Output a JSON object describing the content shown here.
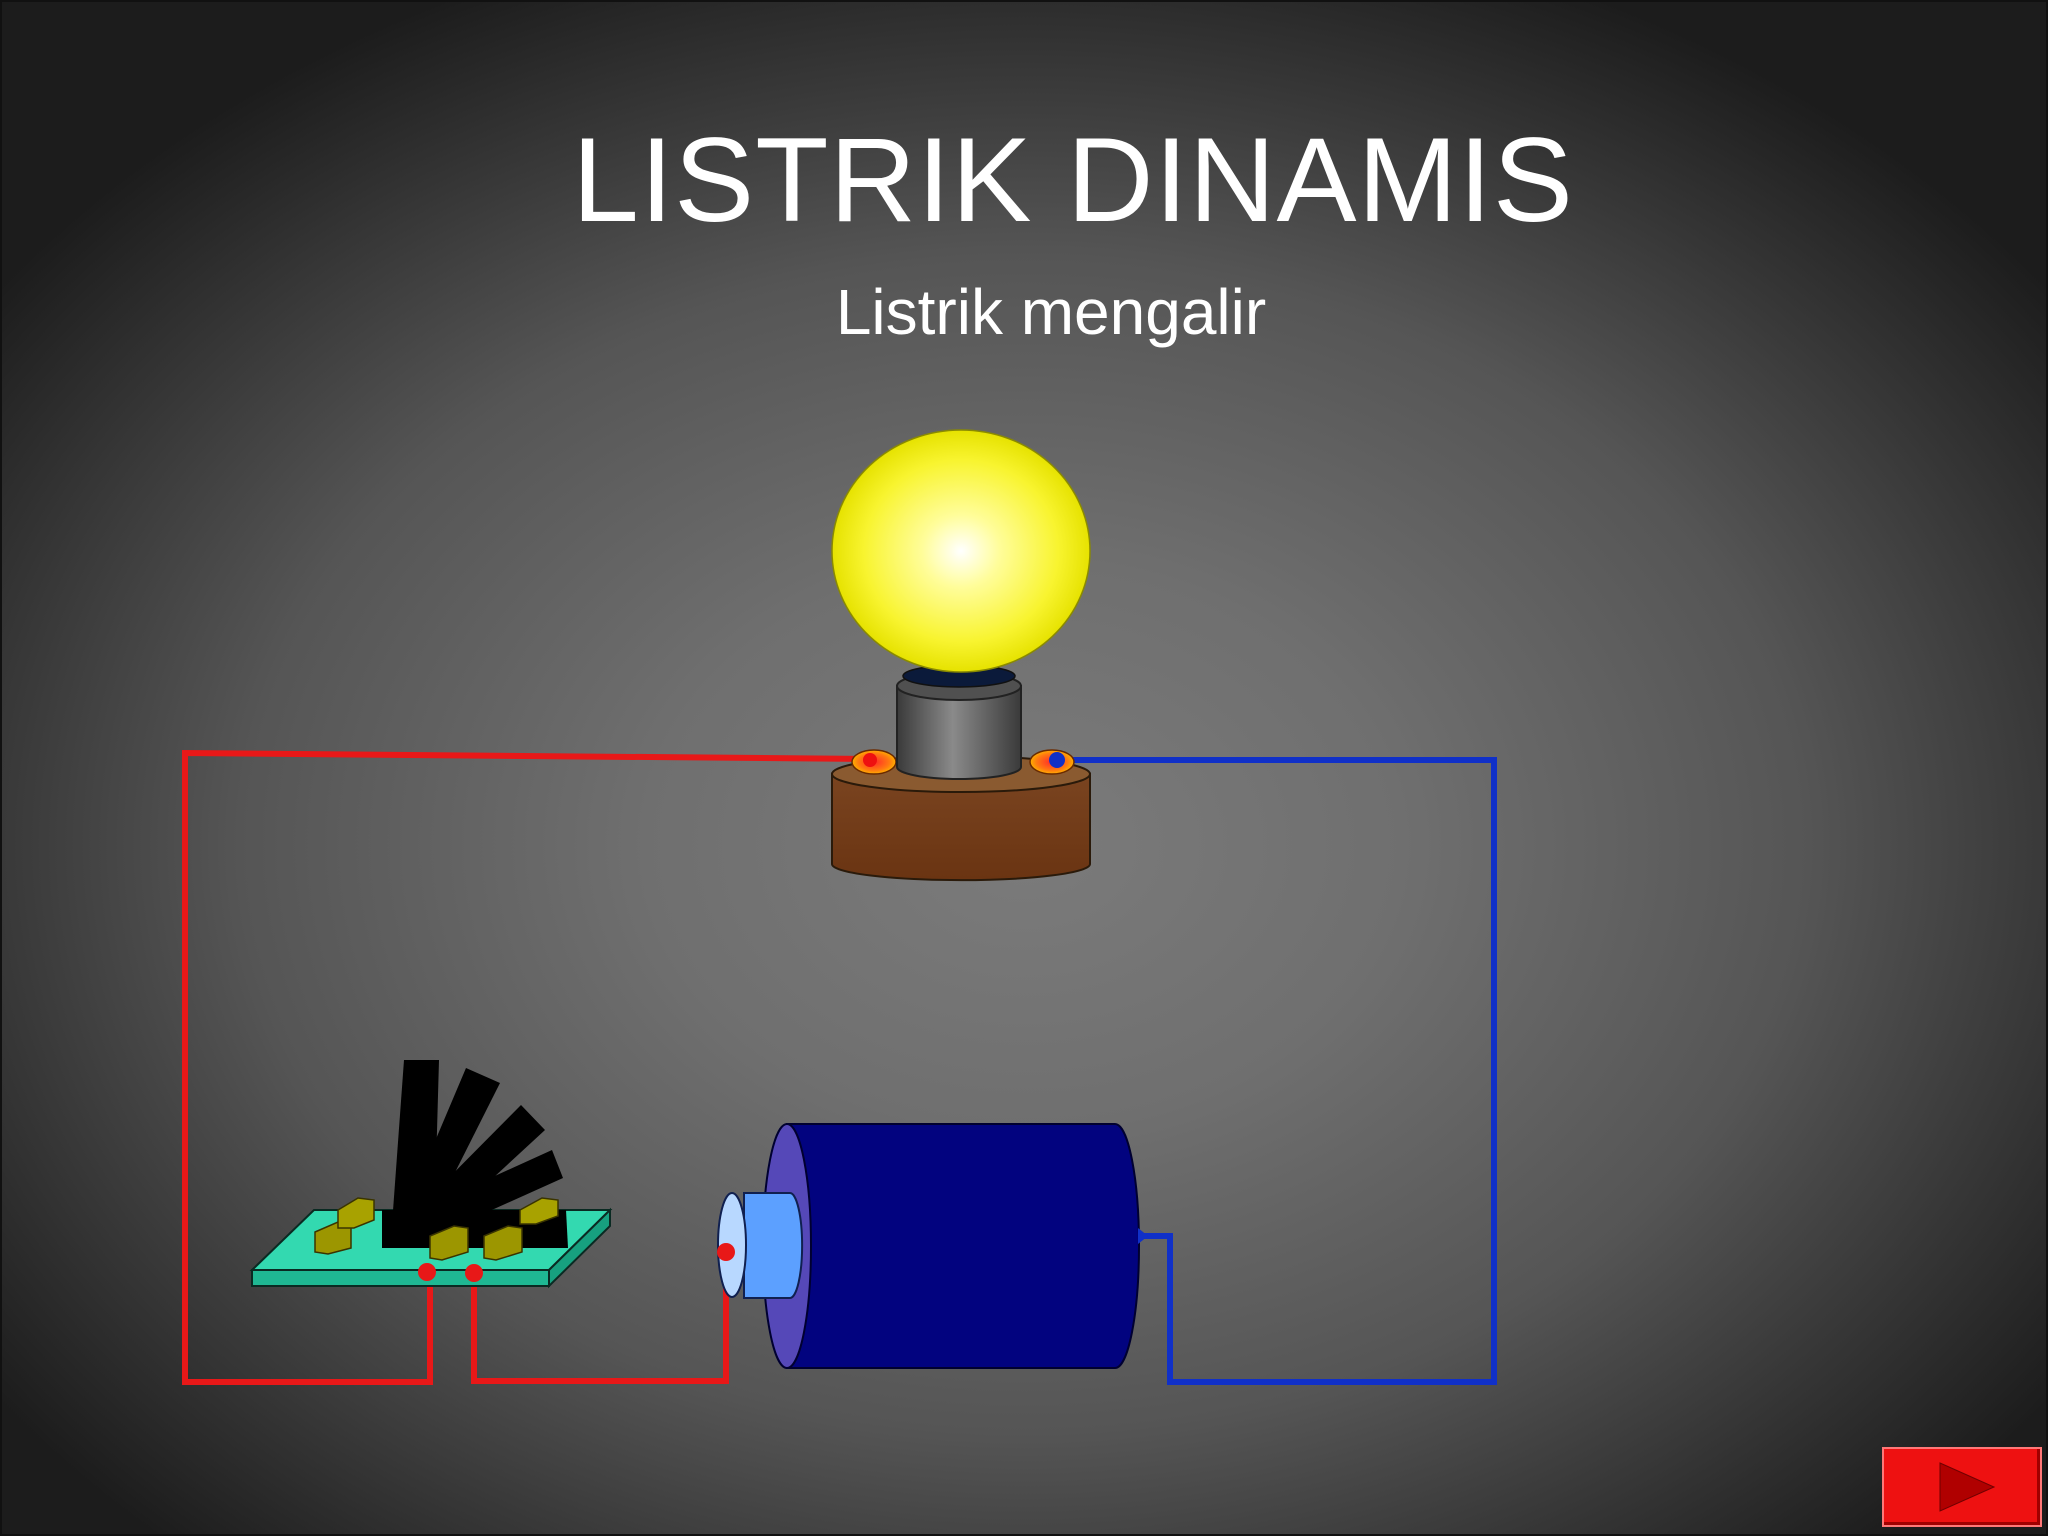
{
  "slide": {
    "title": "LISTRIK DINAMIS",
    "subtitle": "Listrik mengalir"
  },
  "circuit": {
    "components": [
      "light-bulb",
      "switch",
      "battery"
    ],
    "bulb_state": "lit",
    "wire_colors": {
      "positive": "#e81818",
      "negative": "#1030c8"
    }
  },
  "navigation": {
    "next_icon": "play-triangle-icon",
    "button_color": "#ee1111"
  }
}
